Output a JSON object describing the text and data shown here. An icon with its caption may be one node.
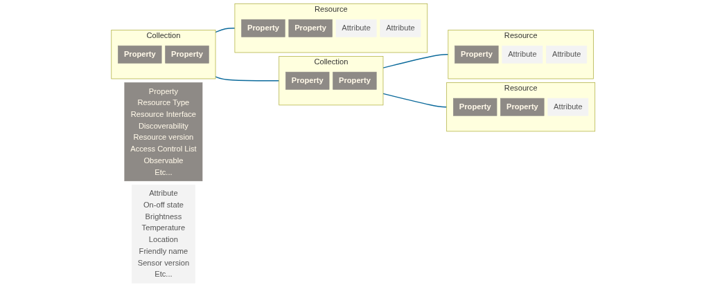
{
  "diagram": {
    "nodes": [
      {
        "text": [
          "Collection"
        ]
      },
      {
        "text": [
          "Property"
        ],
        "in": 0
      },
      {
        "text": [
          "Property"
        ],
        "in": 0
      },
      {
        "text": [
          "Collection"
        ]
      },
      {
        "text": [
          "Property"
        ],
        "in": 3
      },
      {
        "text": [
          "Property"
        ],
        "in": 3
      },
      {
        "text": [
          "Resource"
        ]
      },
      {
        "text": [
          "Property"
        ],
        "in": 6
      },
      {
        "text": [
          "Attribute"
        ],
        "in": 6
      },
      {
        "text": [
          "Attribute"
        ],
        "in": 6
      },
      {
        "text": [
          "Resource"
        ]
      },
      {
        "text": [
          "Property"
        ],
        "in": 10
      },
      {
        "text": [
          "Property"
        ],
        "in": 10
      },
      {
        "text": [
          "Attribute"
        ],
        "in": 10
      },
      {
        "text": [
          "Attribute"
        ],
        "in": 10
      },
      {
        "text": [
          "Resource"
        ]
      },
      {
        "text": [
          "Property"
        ],
        "in": 15
      },
      {
        "text": [
          "Property"
        ],
        "in": 15
      },
      {
        "text": [
          "Attribute"
        ],
        "in": 15
      },
      {
        "text": [
          "Property",
          "Resource Type",
          "Resource Interface",
          "Discoverability",
          "Resource version",
          "Access Control List",
          "Observable",
          "Etc..."
        ]
      },
      {
        "text": [
          "Attribute",
          "On-off state",
          "Brightness",
          "Temperature",
          "Location",
          "Friendly name",
          "Sensor version",
          "Etc..."
        ]
      }
    ],
    "edges": [
      {
        "from": 0,
        "to": 3,
        "arrow": "none"
      },
      {
        "from": 0,
        "to": 10,
        "arrow": "none"
      },
      {
        "from": 3,
        "to": 6,
        "arrow": "none"
      },
      {
        "from": 3,
        "to": 15,
        "arrow": "none"
      }
    ]
  }
}
